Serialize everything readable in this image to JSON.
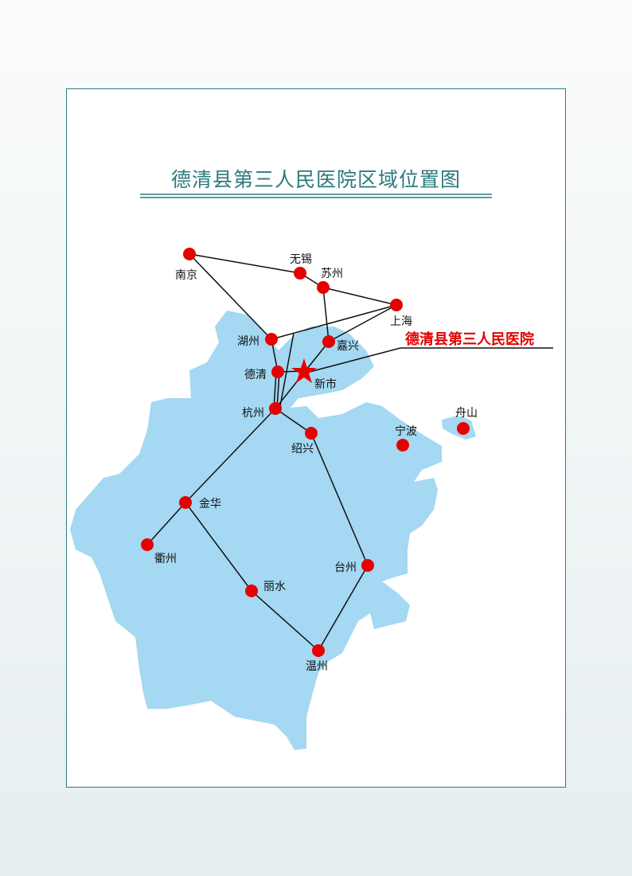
{
  "title": "德清县第三人民医院区域位置图",
  "callout": "德清县第三人民医院",
  "colors": {
    "land": "#a4d8f3",
    "city": "#e60000",
    "title": "#2a7a7e"
  },
  "cities": {
    "nanjing": "南京",
    "wuxi": "无锡",
    "suzhou": "苏州",
    "shanghai": "上海",
    "huzhou": "湖州",
    "jiaxing": "嘉兴",
    "deqing": "德清",
    "xinshi": "新市",
    "hangzhou": "杭州",
    "shaoxing": "绍兴",
    "ningbo": "宁波",
    "zhoushan": "舟山",
    "jinhua": "金华",
    "quzhou": "衢州",
    "lishui": "丽水",
    "taizhou": "台州",
    "wenzhou": "温州"
  }
}
